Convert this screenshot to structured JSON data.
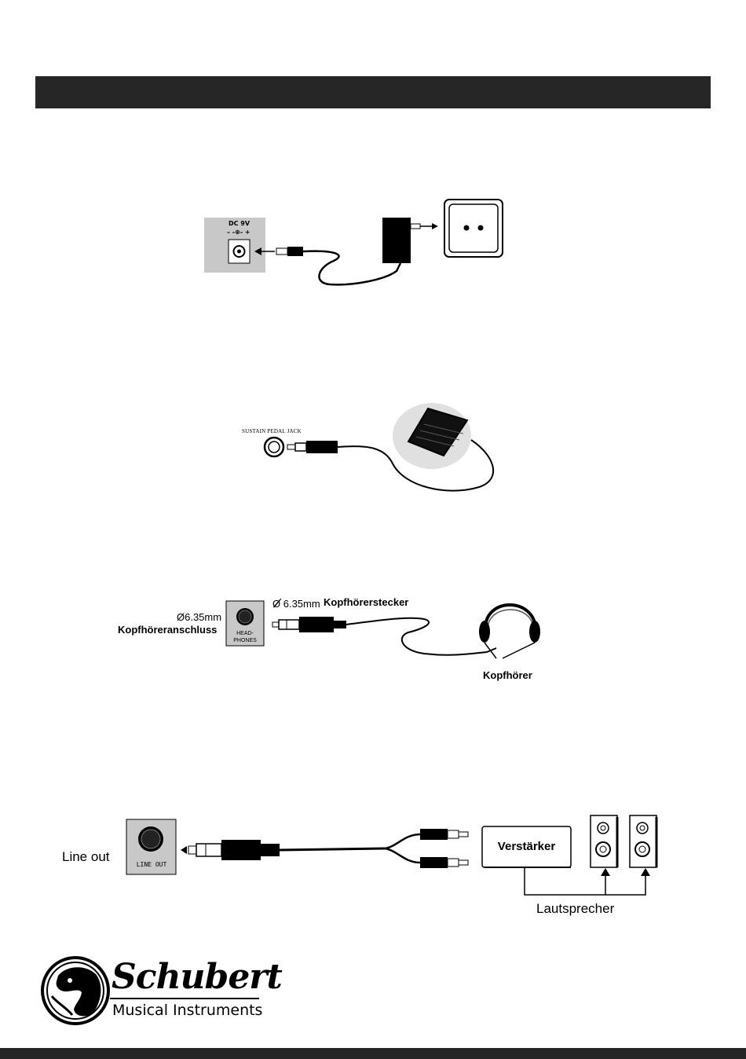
{
  "power": {
    "dc_label": "DC 9V",
    "dc_polarity": "– -⊕- +"
  },
  "pedal": {
    "jack_label": "SUSTAIN PEDAL JACK"
  },
  "headphones": {
    "socket_size": "Ø6.35mm",
    "socket_label": "Kopfhöreranschluss",
    "socket_panel_line1": "HEAD-",
    "socket_panel_line2": "PHONES",
    "plug_size": "Ø 6.35mm",
    "plug_label": "Kopfhörerstecker",
    "device_label": "Kopfhörer"
  },
  "lineout": {
    "label": "Line out",
    "panel_label": "LINE OUT",
    "amp_label": "Verstärker",
    "speakers_label": "Lautsprecher"
  },
  "brand": {
    "name": "Schubert",
    "tagline": "Musical Instruments"
  },
  "colors": {
    "bar": "#262626",
    "panel_gray": "#c8c8c8",
    "pedal_shadow": "#e0e0e0"
  }
}
